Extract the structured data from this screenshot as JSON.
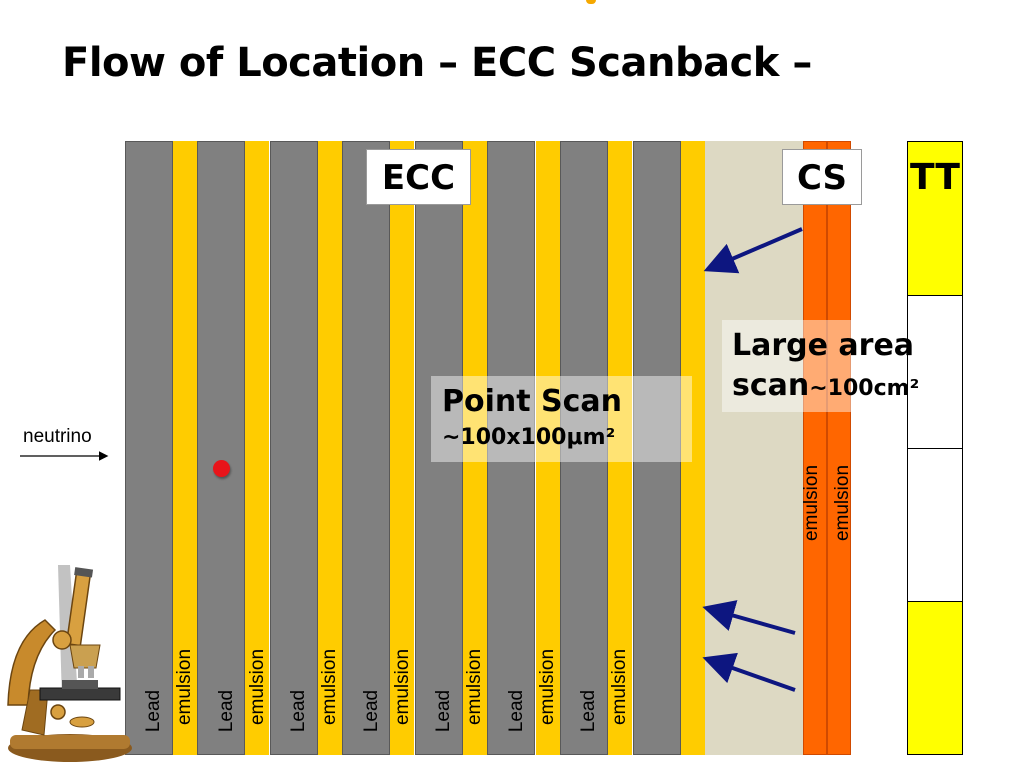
{
  "title": "Flow of Location – ECC Scanback –",
  "ecc": {
    "label": "ECC",
    "layer_labels": [
      {
        "lead": "Lead",
        "emulsion": "emulsion"
      },
      {
        "lead": "Lead",
        "emulsion": "emulsion"
      },
      {
        "lead": "Lead",
        "emulsion": "emulsion"
      },
      {
        "lead": "Lead",
        "emulsion": "emulsion"
      },
      {
        "lead": "Lead",
        "emulsion": "emulsion"
      },
      {
        "lead": "Lead",
        "emulsion": "emulsion"
      },
      {
        "lead": "Lead",
        "emulsion": "emulsion"
      }
    ]
  },
  "cs": {
    "label": "CS",
    "layer_labels": [
      "emulsion",
      "emulsion"
    ]
  },
  "tt": {
    "label": "TT"
  },
  "point_scan": {
    "line1": "Point Scan",
    "line2": "~100x100μm²"
  },
  "large_area_scan": {
    "line1": "Large area",
    "line2_main": "scan",
    "line2_suffix": "~100cm²"
  },
  "neutrino_label": "neutrino",
  "colors": {
    "lead": "#808080",
    "emulsion": "#ffcc00",
    "cs_emulsion": "#ff6600",
    "tt_yellow": "#ffff00",
    "arrow": "#0d1680",
    "vertex": "#e8141a",
    "gap": "#ddd9c3"
  },
  "icons": [
    "microscope-icon"
  ]
}
